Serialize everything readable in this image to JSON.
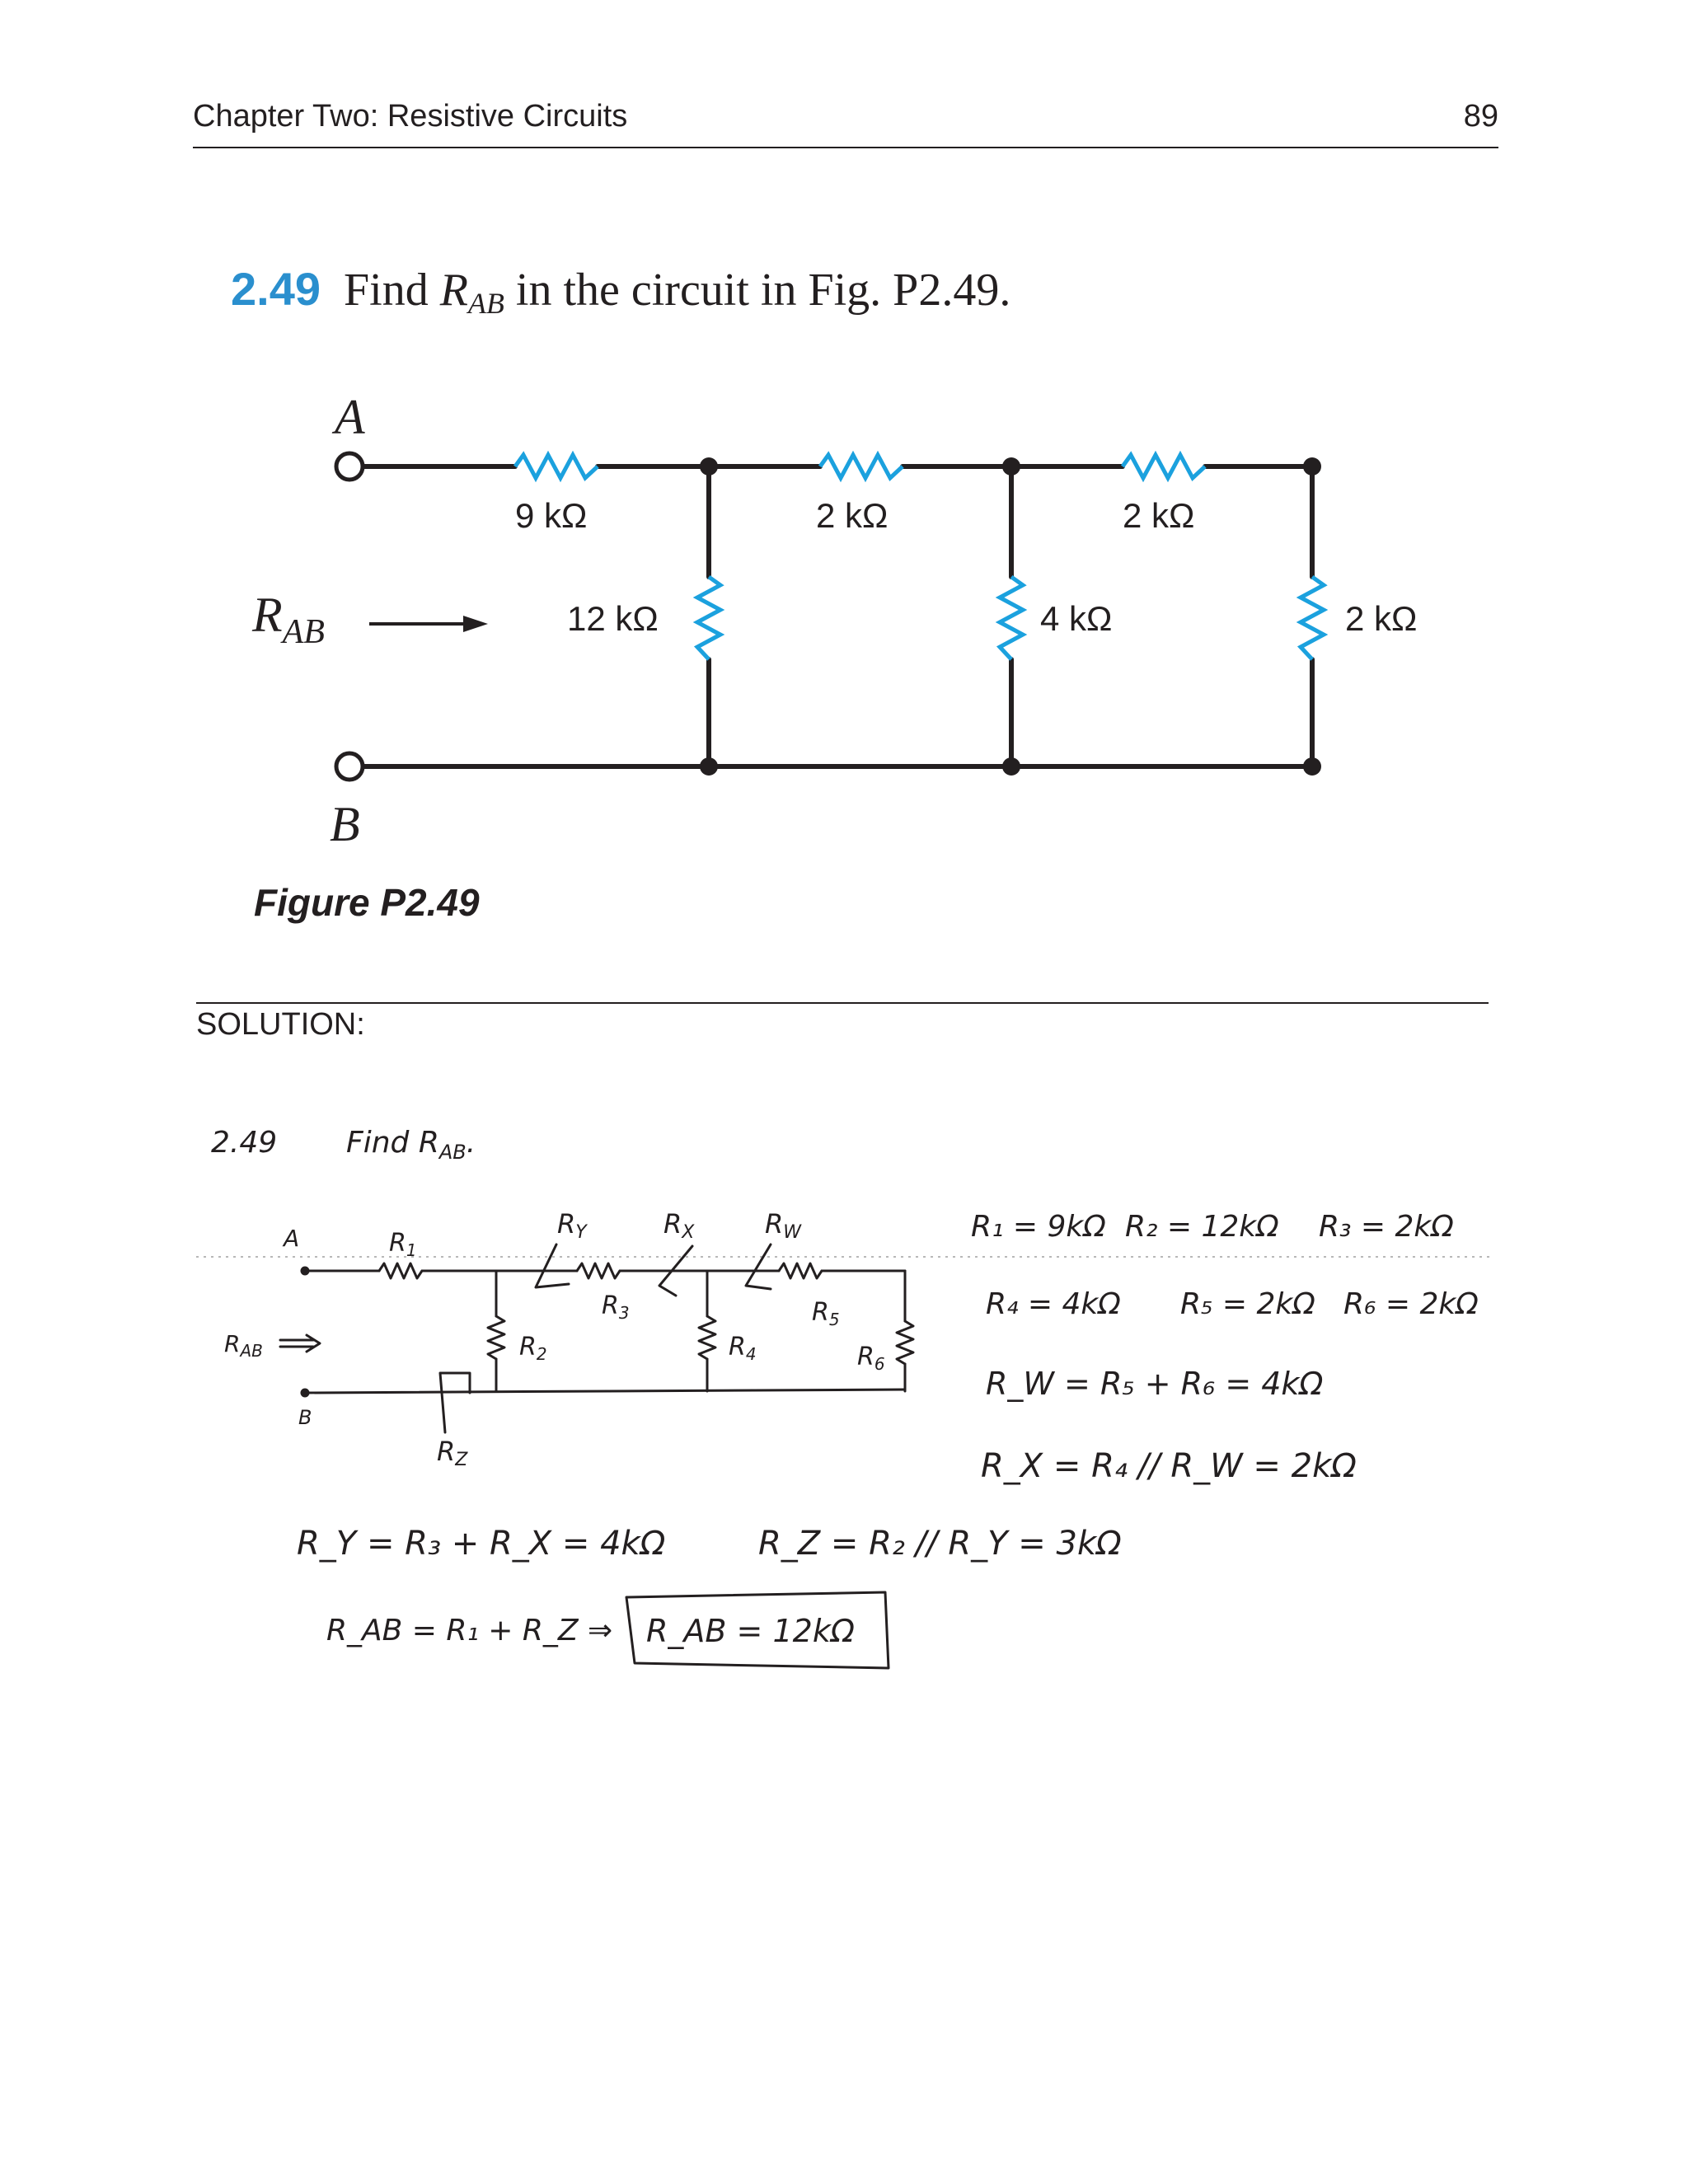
{
  "header": {
    "chapter_title": "Chapter Two: Resistive Circuits",
    "page_number": "89"
  },
  "problem": {
    "number": "2.49",
    "text_before": "Find",
    "var": "R",
    "var_sub": "AB",
    "text_after": "in the circuit in Fig. P2.49."
  },
  "figure": {
    "node_a": "A",
    "node_b": "B",
    "rab_label": "R",
    "rab_sub": "AB",
    "resistors": {
      "series_1": "9 kΩ",
      "shunt_1": "12 kΩ",
      "series_2": "2 kΩ",
      "shunt_2": "4 kΩ",
      "series_3": "2 kΩ",
      "shunt_3": "2 kΩ"
    },
    "caption": "Figure P2.49"
  },
  "solution": {
    "label": "SOLUTION:",
    "heading_num": "2.49",
    "heading_text": "Find R",
    "heading_sub": "AB",
    "sketch": {
      "a": "A",
      "b": "B",
      "rab": "R",
      "rab_sub": "AB",
      "r1": "R",
      "r1_sub": "1",
      "r2": "R",
      "r2_sub": "2",
      "r3": "R",
      "r3_sub": "3",
      "r4": "R",
      "r4_sub": "4",
      "r5": "R",
      "r5_sub": "5",
      "r6": "R",
      "r6_sub": "6",
      "ry": "R",
      "ry_sub": "Y",
      "rx": "R",
      "rx_sub": "X",
      "rw": "R",
      "rw_sub": "W",
      "rz": "R",
      "rz_sub": "Z"
    },
    "values": {
      "line1": [
        "R₁ = 9kΩ",
        "R₂ = 12kΩ",
        "R₃ = 2kΩ"
      ],
      "line2": [
        "R₄ = 4kΩ",
        "R₅ = 2kΩ",
        "R₆ = 2kΩ"
      ]
    },
    "steps": {
      "rw": "R_W = R₅ + R₆ = 4kΩ",
      "rx": "R_X = R₄ // R_W = 2kΩ",
      "ry": "R_Y = R₃ + R_X = 4kΩ",
      "rz": "R_Z = R₂ // R_Y = 3kΩ",
      "rab": "R_AB = R₁ + R_Z ⇒",
      "answer": "R_AB = 12kΩ"
    }
  }
}
